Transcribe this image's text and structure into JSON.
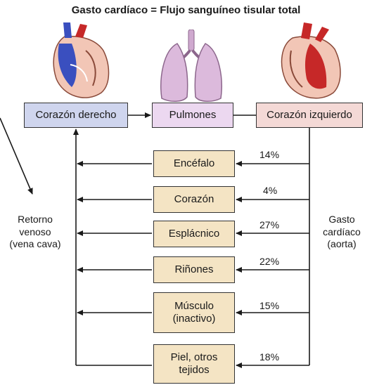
{
  "title": "Gasto cardíaco = Flujo sanguíneo tisular total",
  "top_boxes": {
    "right_heart": "Corazón derecho",
    "lungs": "Pulmones",
    "left_heart": "Corazón izquierdo"
  },
  "organs": [
    {
      "lines": [
        "Encéfalo"
      ],
      "percent": "14%"
    },
    {
      "lines": [
        "Corazón"
      ],
      "percent": "4%"
    },
    {
      "lines": [
        "Esplácnico"
      ],
      "percent": "27%"
    },
    {
      "lines": [
        "Riñones"
      ],
      "percent": "22%"
    },
    {
      "lines": [
        "Músculo",
        "(inactivo)"
      ],
      "percent": "15%"
    },
    {
      "lines": [
        "Piel, otros",
        "tejidos"
      ],
      "percent": "18%"
    }
  ],
  "left_label": [
    "Retorno",
    "venoso",
    "(vena cava)"
  ],
  "right_label": [
    "Gasto",
    "cardíaco",
    "(aorta)"
  ],
  "icons": [
    "heart-right-icon",
    "lungs-icon",
    "heart-left-icon"
  ],
  "colors": {
    "right_box": "#cfd5ee",
    "lungs_box": "#ecd8f0",
    "left_box": "#f4d9d6",
    "organ_box": "#f4e4c4"
  }
}
